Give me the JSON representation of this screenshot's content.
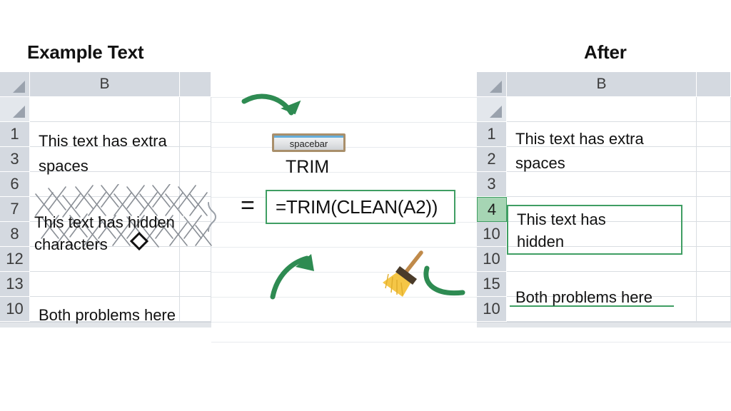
{
  "panels": {
    "left": {
      "title": "Example Text",
      "column_header": "B",
      "row_numbers": [
        "1",
        "3",
        "6",
        "7",
        "8",
        "12",
        "13",
        "10"
      ],
      "cell_texts": [
        "This text has extra",
        "spaces",
        "This text has hidden",
        "characters",
        "Both problems here"
      ],
      "annotations": {
        "scribble": "crosshatch-scribble",
        "hidden_char_glyph": "◇",
        "brace": "curly-brace"
      }
    },
    "right": {
      "title": "After",
      "column_header": "B",
      "row_numbers": [
        "1",
        "2",
        "3",
        "4",
        "10",
        "10",
        "15",
        "10"
      ],
      "selected_row_number": "4",
      "cell_texts": [
        "This text has extra",
        "spaces",
        "This text has",
        "hidden",
        "Both problems here"
      ]
    }
  },
  "middle": {
    "spacebar_key_label": "spacebar",
    "trim_label": "TRIM",
    "equals_sign": "=",
    "formula": "=TRIM(CLEAN(A2))",
    "icons": {
      "arrow_top": "curved-arrow-right-down-icon",
      "arrow_bottom": "curved-arrow-up-icon",
      "broom": "broom-icon",
      "swoosh": "curved-swoosh-icon"
    }
  },
  "colors": {
    "accent_green": "#3f9e63",
    "arrow_green": "#2e8b52",
    "header_gray": "#d4d9e0",
    "grid_line": "#d9dde2",
    "selection_fill": "#a6d5b4",
    "key_frame_brown": "#a98f6b",
    "key_top_blue": "#66aedb",
    "broom_straw": "#f5c646",
    "broom_handle": "#c08a4a",
    "text_black": "#111111"
  }
}
